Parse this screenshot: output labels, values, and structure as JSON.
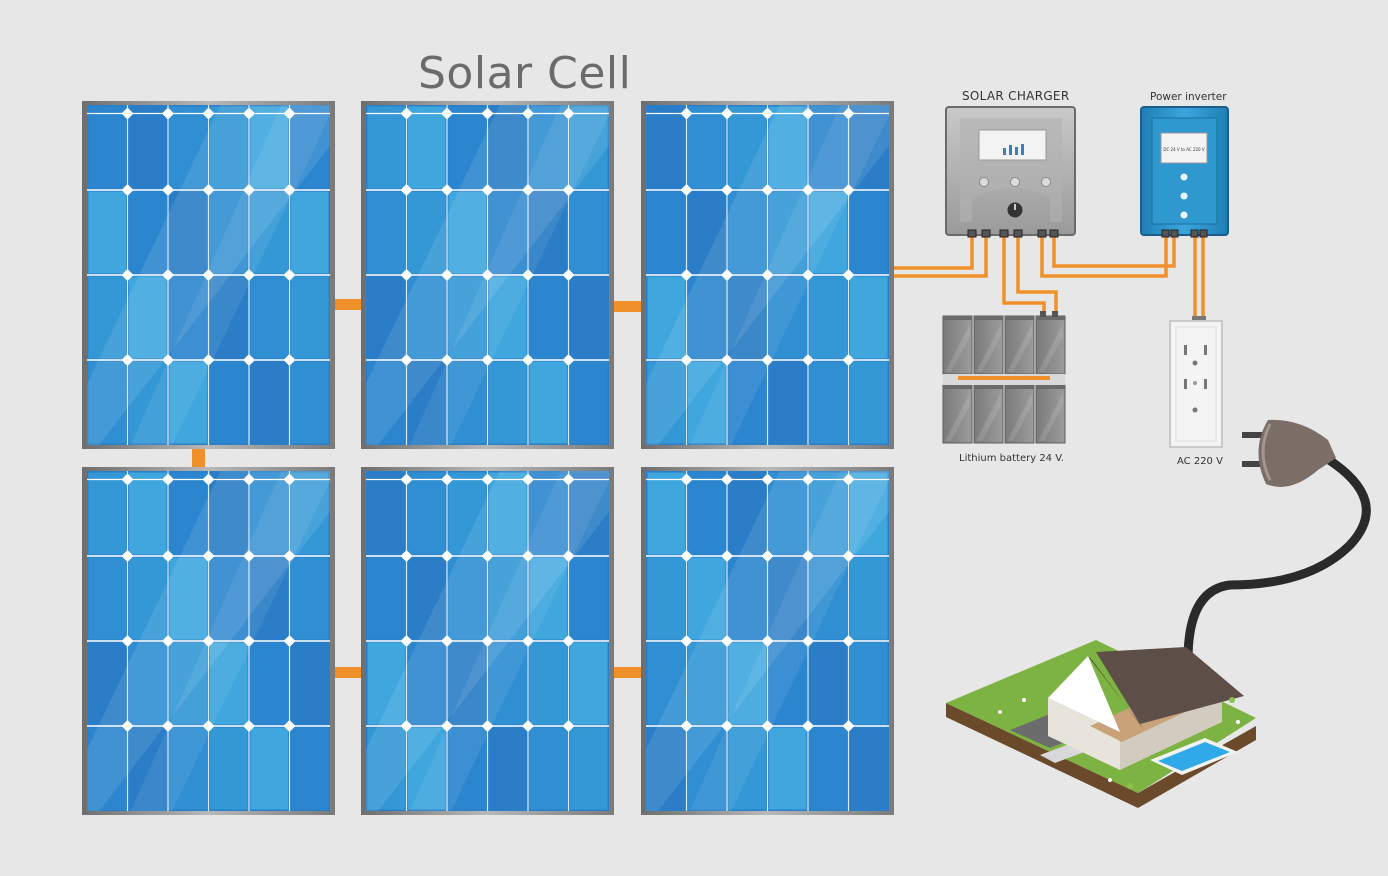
{
  "title": "Solar Cell",
  "components": {
    "solar_charger": {
      "label": "SOLAR CHARGER"
    },
    "power_inverter": {
      "label": "Power inverter",
      "screen_text": "DC 24 V to AC 220 V"
    },
    "battery": {
      "label": "Lithium battery 24 V."
    },
    "outlet": {
      "label": "AC 220 V"
    }
  },
  "panels": {
    "rows": 2,
    "columns": 3,
    "cell_columns": 6,
    "cell_rows": 4
  },
  "colors": {
    "background": "#e7e7e7",
    "panel_blue": "#2f86cf",
    "panel_frame": "#8e8e8e",
    "wire": "#f0902a",
    "battery_gray": "#8a8a8a",
    "inverter_blue": "#2b8fc4",
    "grass": "#7cb342"
  }
}
